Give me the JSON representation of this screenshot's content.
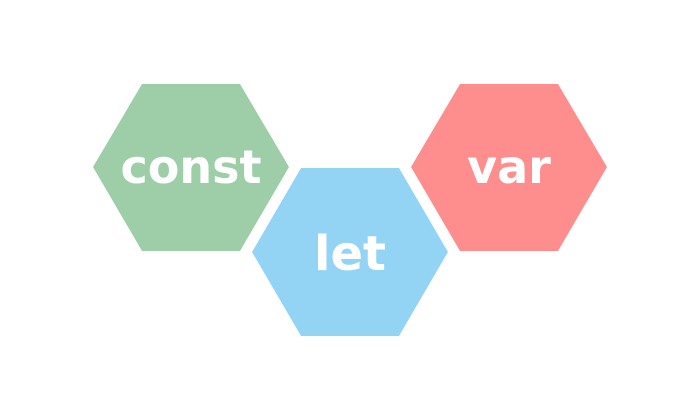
{
  "hexagons": [
    {
      "id": "const",
      "label": "const",
      "color": "#9dcea8"
    },
    {
      "id": "let",
      "label": "let",
      "color": "#93d4f5"
    },
    {
      "id": "var",
      "label": "var",
      "color": "#fe8d8d"
    }
  ]
}
